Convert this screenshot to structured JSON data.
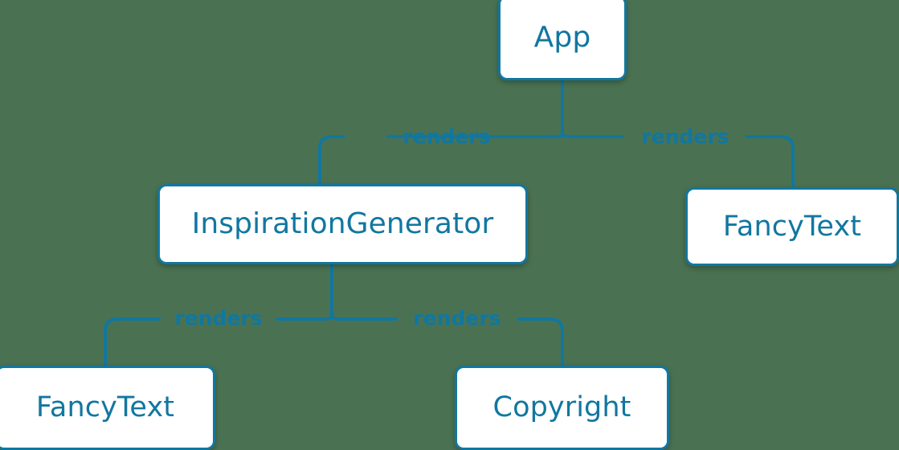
{
  "diagram": {
    "type": "component-tree",
    "background_color": "#4a7252",
    "accent_color": "#1177a0",
    "node_fill_color": "#ffffff",
    "nodes": [
      {
        "id": "app",
        "label": "App"
      },
      {
        "id": "inspiration-generator",
        "label": "InspirationGenerator"
      },
      {
        "id": "fancytext-right",
        "label": "FancyText"
      },
      {
        "id": "fancytext-bottom",
        "label": "FancyText"
      },
      {
        "id": "copyright",
        "label": "Copyright"
      }
    ],
    "edges": [
      {
        "from": "app",
        "to": "inspiration-generator",
        "label": "renders"
      },
      {
        "from": "app",
        "to": "fancytext-right",
        "label": "renders"
      },
      {
        "from": "inspiration-generator",
        "to": "fancytext-bottom",
        "label": "renders"
      },
      {
        "from": "inspiration-generator",
        "to": "copyright",
        "label": "renders"
      }
    ]
  }
}
